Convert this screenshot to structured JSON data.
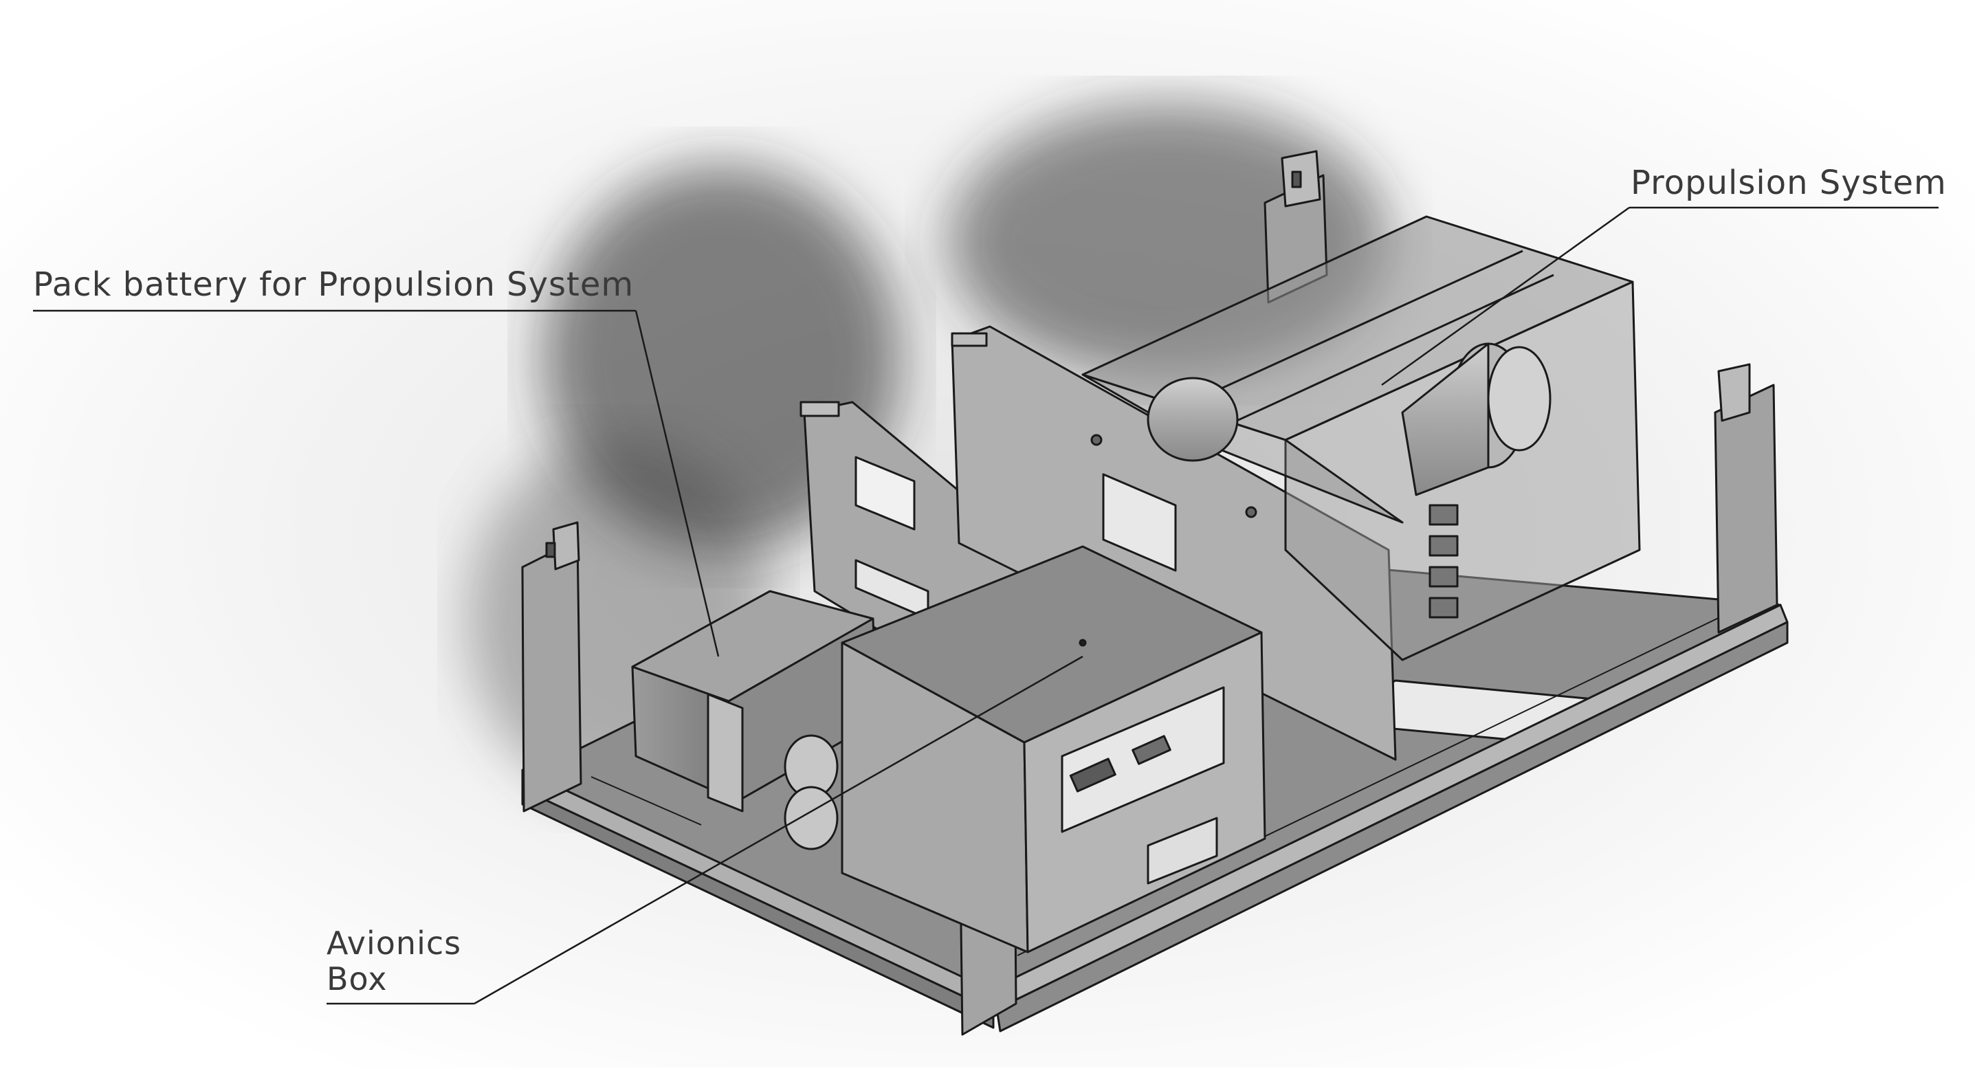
{
  "callouts": {
    "battery": "Pack battery for Propulsion System",
    "propulsion": "Propulsion System",
    "avionics_line1": "Avionics",
    "avionics_line2": "Box"
  },
  "colors": {
    "background": "#ffffff",
    "vignette": "#e0e0e0",
    "metal_light": "#b4b4b4",
    "metal_mid": "#8e8e8e",
    "metal_dark": "#5f5f5f",
    "glass": "#9a9a9a",
    "line": "#1a1a1a"
  }
}
